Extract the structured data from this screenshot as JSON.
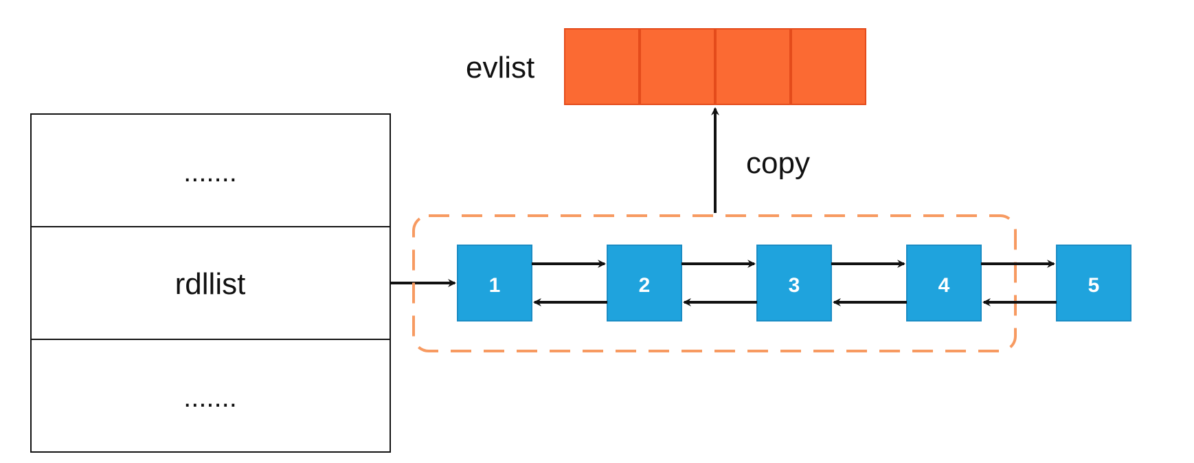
{
  "evlist": {
    "label": "evlist",
    "slot_count": 4,
    "color": "#fb6a33",
    "border_color": "#e44b1b"
  },
  "copy_label": "copy",
  "table": {
    "rows": [
      {
        "text": "......."
      },
      {
        "text": "rdllist"
      },
      {
        "text": "......."
      }
    ]
  },
  "nodes": [
    {
      "label": "1"
    },
    {
      "label": "2"
    },
    {
      "label": "3"
    },
    {
      "label": "4"
    },
    {
      "label": "5"
    }
  ],
  "colors": {
    "node_fill": "#1fa3dd",
    "node_border": "#1a8cc4",
    "dashed_group_border": "#f79a61",
    "arrow": "#111111"
  }
}
